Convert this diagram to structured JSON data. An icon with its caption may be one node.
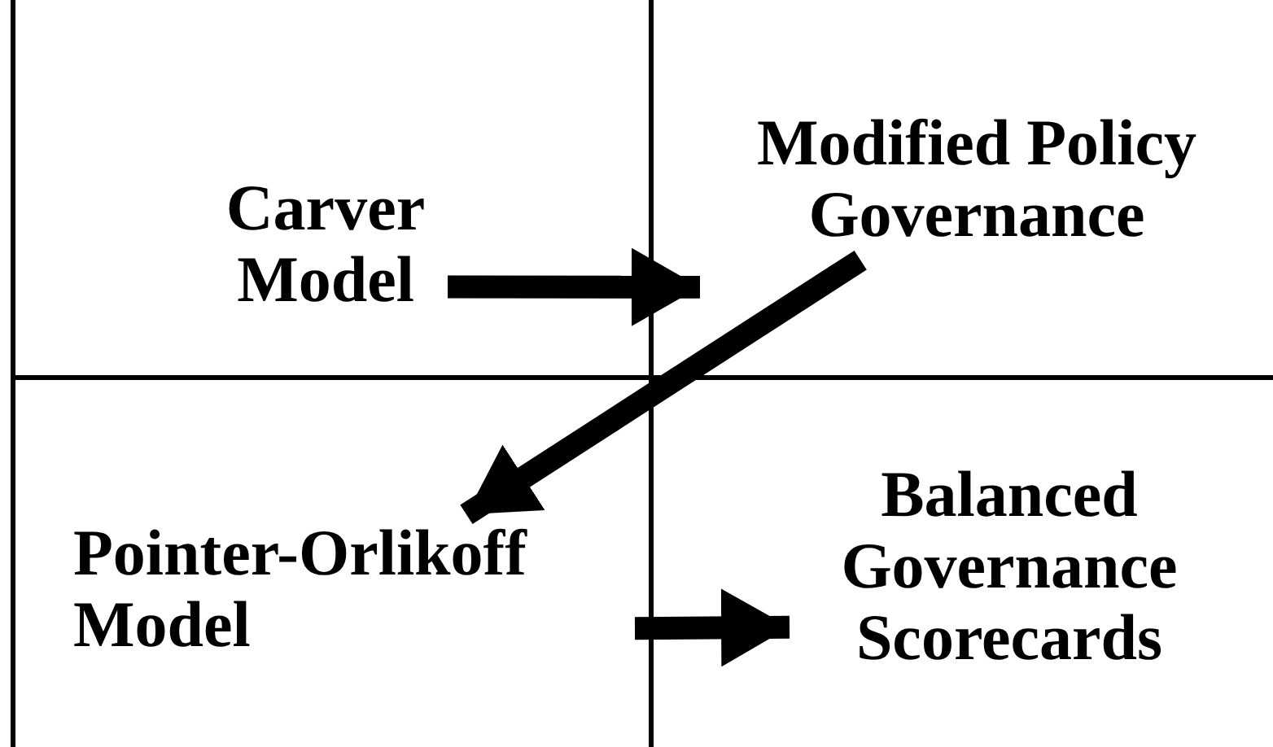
{
  "diagram": {
    "nodes": [
      {
        "text": [
          "Carver Model"
        ]
      },
      {
        "text": [
          "Modified Policy Governance"
        ]
      },
      {
        "text": [
          "Pointer-Orlikoff Model"
        ]
      },
      {
        "text": [
          "Balanced Governance Scorecards"
        ]
      }
    ],
    "edges": [
      {
        "from": 0,
        "to": 1,
        "arrow": "to"
      },
      {
        "from": 1,
        "to": 2,
        "arrow": "to"
      },
      {
        "from": 2,
        "to": 3,
        "arrow": "to"
      }
    ]
  }
}
